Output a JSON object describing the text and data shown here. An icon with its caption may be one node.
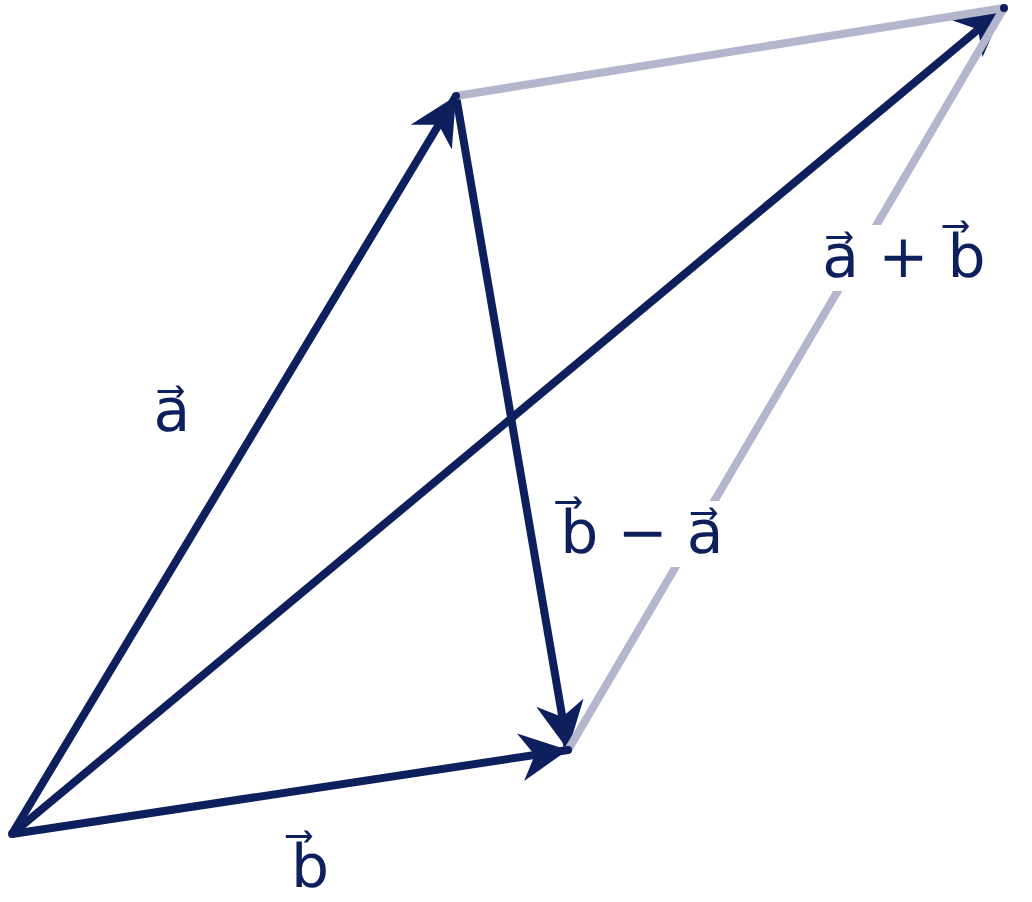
{
  "diagram": {
    "nodes": [
      {
        "text": [],
        "shape": "point"
      },
      {
        "text": [],
        "shape": "point"
      },
      {
        "text": [],
        "shape": "point"
      },
      {
        "text": [],
        "shape": "point"
      }
    ],
    "edges": [
      {
        "from": 0,
        "to": 1,
        "arrow": "to",
        "label": "a⃗"
      },
      {
        "from": 0,
        "to": 2,
        "arrow": "to",
        "label": "b⃗"
      },
      {
        "from": 0,
        "to": 3,
        "arrow": "to",
        "label": "a⃗ + b⃗"
      },
      {
        "from": 1,
        "to": 2,
        "arrow": "to",
        "label": "b⃗ − a⃗"
      },
      {
        "from": 1,
        "to": 3,
        "arrow": "none",
        "color": "#b3b6cc"
      },
      {
        "from": 2,
        "to": 3,
        "arrow": "none",
        "color": "#b3b6cc"
      }
    ]
  }
}
